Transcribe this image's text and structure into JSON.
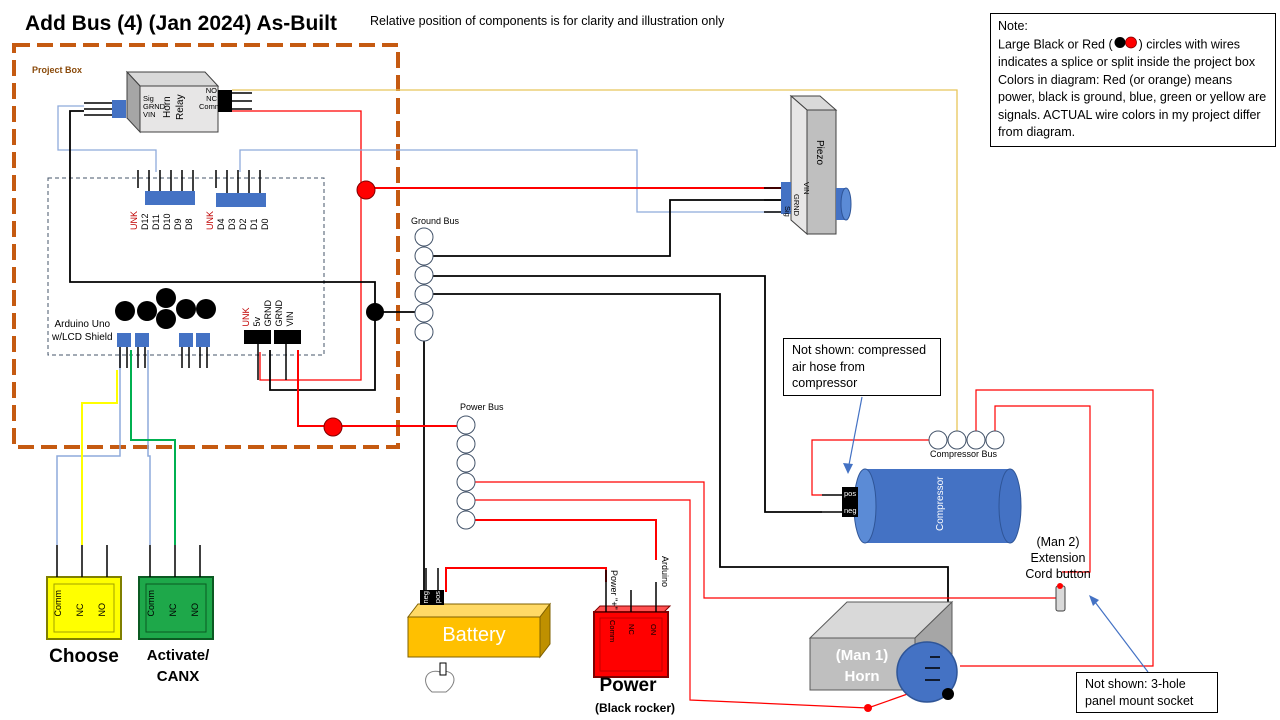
{
  "header": {
    "title": "Add Bus (4)  (Jan 2024) As-Built",
    "subtitle": "Relative position of components is for clarity and illustration only"
  },
  "note": {
    "line1": "Note:",
    "line2a": "Large Black or Red (",
    "line2b": ") circles with wires indicates a splice or split inside the project box",
    "line3": "Colors in diagram: Red (or orange) means power, black is ground, blue, green or yellow are signals.  ACTUAL wire colors in my project differ from diagram."
  },
  "project_box": {
    "label": "Project Box"
  },
  "relay": {
    "label_horn": "Horn",
    "label_relay": "Relay",
    "pin_sig": "Sig",
    "pin_grnd": "GRND",
    "pin_vin": "VIN",
    "pin_no": "NO",
    "pin_nc": "NC",
    "pin_comm": "Comm"
  },
  "arduino": {
    "label_line1": "Arduino Uno",
    "label_line2": "w/LCD Shield",
    "pins_left": [
      "UNK",
      "D12",
      "D11",
      "D10",
      "D9",
      "D8"
    ],
    "pins_right": [
      "UNK",
      "D4",
      "D3",
      "D2",
      "D1",
      "D0"
    ],
    "pins_power": [
      "UNK",
      "5v",
      "GRND",
      "GRND",
      "VIN"
    ]
  },
  "piezo": {
    "label": "Piezo",
    "pin_vin": "VIN",
    "pin_grnd": "GRND",
    "pin_sig": "Sig"
  },
  "ground_bus": {
    "label": "Ground Bus"
  },
  "power_bus": {
    "label": "Power Bus"
  },
  "compressor_bus": {
    "label": "Compressor Bus"
  },
  "compressor": {
    "label": "Compressor",
    "pin_pos": "pos",
    "pin_neg": "neg"
  },
  "callouts": {
    "air_hose": "Not shown: compressed air hose from compressor",
    "panel_socket": "Not shown: 3-hole panel mount socket"
  },
  "man2": {
    "line1": "(Man 2)",
    "line2": "Extension",
    "line3": "Cord button"
  },
  "switches": {
    "choose": {
      "label": "Choose",
      "pins": [
        "Comm",
        "NC",
        "NO"
      ],
      "color": "#ffff00"
    },
    "activate": {
      "label_line1": "Activate/",
      "label_line2": "CANX",
      "pins": [
        "Comm",
        "NC",
        "NO"
      ],
      "color": "#1ea84a"
    }
  },
  "battery": {
    "label": "Battery",
    "pin_neg": "neg",
    "pin_pos": "pos",
    "color": "#ffc000"
  },
  "power_switch": {
    "label": "Power",
    "sublabel": "(Black rocker)",
    "pins": [
      "Comm",
      "NC",
      "ON"
    ],
    "wire_power": "Power \"+\"",
    "wire_arduino": "Arduino",
    "color": "#ff0000"
  },
  "horn": {
    "line1": "(Man 1)",
    "line2": "Horn"
  },
  "colors": {
    "power": "#ff0000",
    "ground": "#000000",
    "signal_blue": "#8eaadb",
    "signal_yellow": "#ffff00",
    "signal_green": "#00b050",
    "relay_wire": "#e8c55a",
    "box_border": "#c55a11",
    "component_blue": "#4472c4"
  }
}
